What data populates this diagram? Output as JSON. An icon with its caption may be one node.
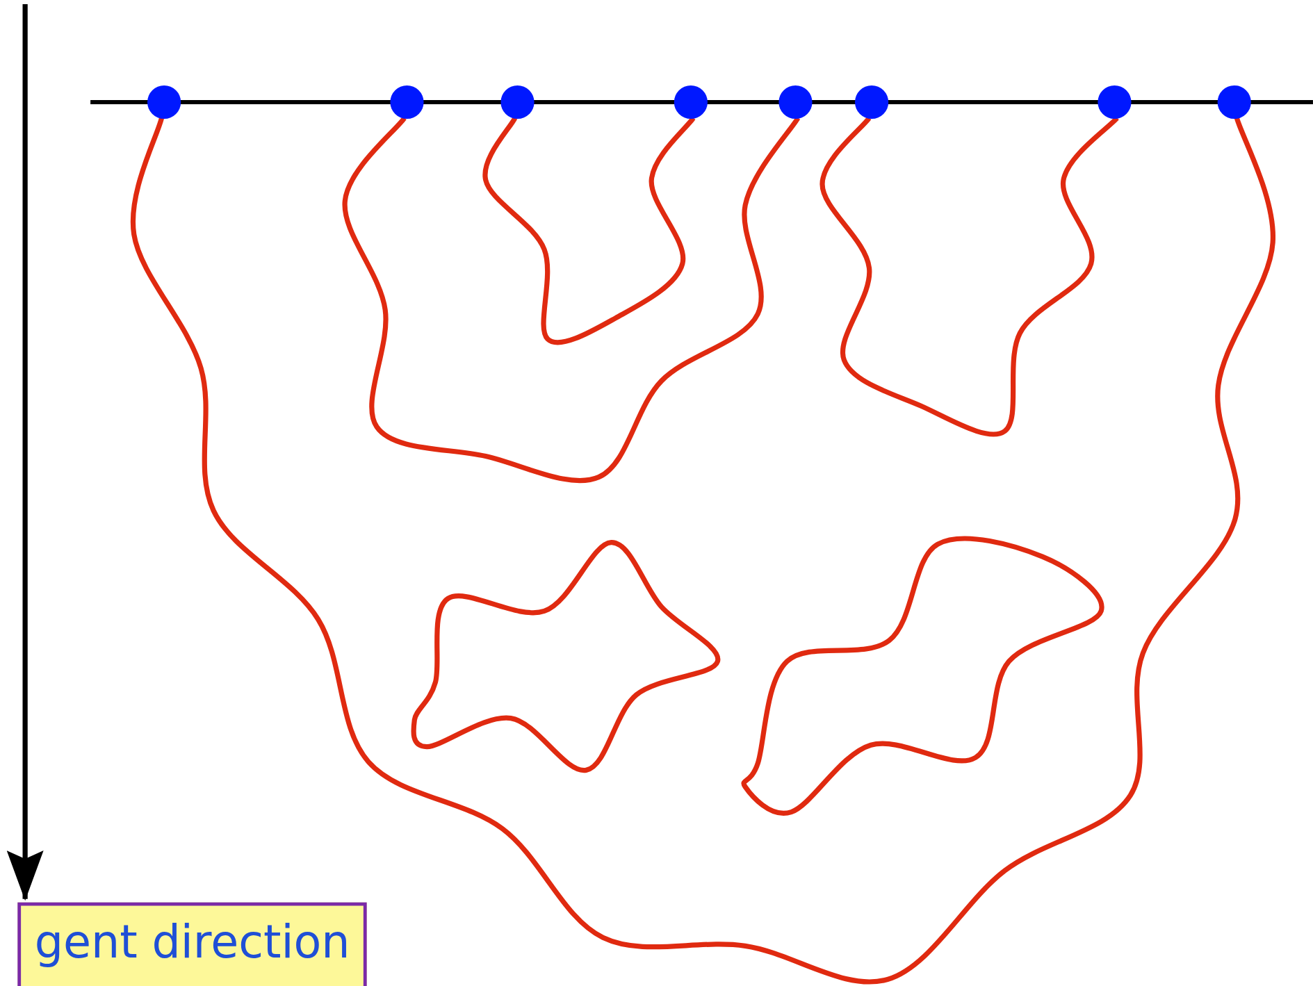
{
  "diagram": {
    "nodes": [
      {
        "text": [],
        "shape": "circle"
      },
      {
        "text": [],
        "shape": "circle"
      },
      {
        "text": [],
        "shape": "circle"
      },
      {
        "text": [],
        "shape": "circle"
      },
      {
        "text": [],
        "shape": "circle"
      },
      {
        "text": [],
        "shape": "circle"
      },
      {
        "text": [],
        "shape": "circle"
      },
      {
        "text": [],
        "shape": "circle"
      },
      {
        "text": [
          "gent direction"
        ]
      },
      {
        "text": [],
        "shape": "loop"
      },
      {
        "text": [],
        "shape": "loop"
      }
    ],
    "edges": [
      {
        "from": 0,
        "to": 7,
        "arrow": "none"
      },
      {
        "from": 1,
        "to": 4,
        "arrow": "none"
      },
      {
        "from": 2,
        "to": 3,
        "arrow": "none"
      },
      {
        "from": 5,
        "to": 6,
        "arrow": "none"
      },
      {
        "from": null,
        "to": 8,
        "arrow": "to",
        "color": "#000000"
      }
    ]
  }
}
